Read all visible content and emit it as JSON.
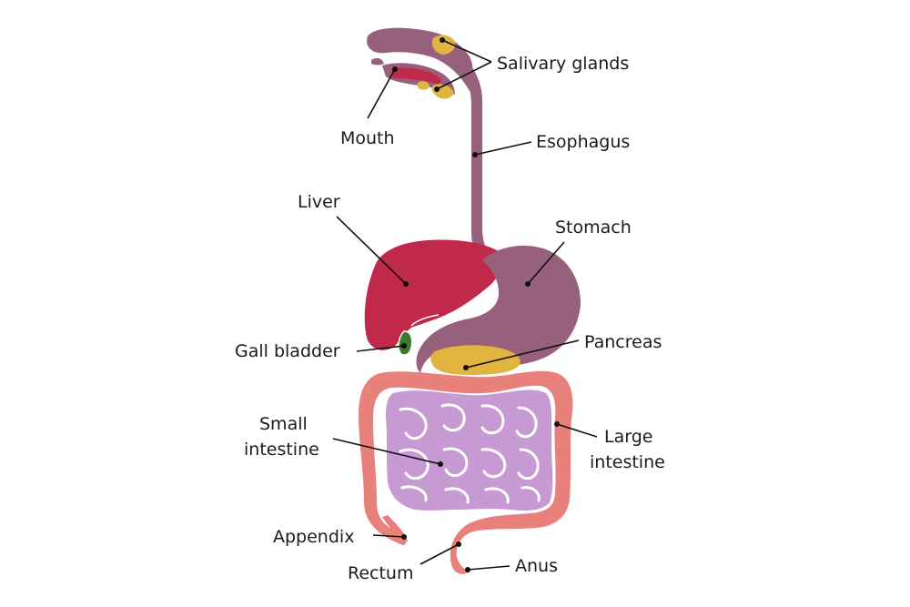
{
  "colors": {
    "digestive_tract": "#97607d",
    "tract_dark": "#7d4a66",
    "liver": "#c0294a",
    "glands": "#e0b43f",
    "gall_bladder": "#3a7a2e",
    "small_intestine": "#c79ad4",
    "large_intestine": "#e8807b",
    "mouth_inner": "#c0294a"
  },
  "labels": {
    "salivary_glands": "Salivary glands",
    "mouth": "Mouth",
    "esophagus": "Esophagus",
    "liver": "Liver",
    "stomach": "Stomach",
    "gall_bladder": "Gall bladder",
    "pancreas": "Pancreas",
    "small_intestine_l1": "Small",
    "small_intestine_l2": "intestine",
    "large_intestine_l1": "Large",
    "large_intestine_l2": "intestine",
    "appendix": "Appendix",
    "rectum": "Rectum",
    "anus": "Anus"
  }
}
